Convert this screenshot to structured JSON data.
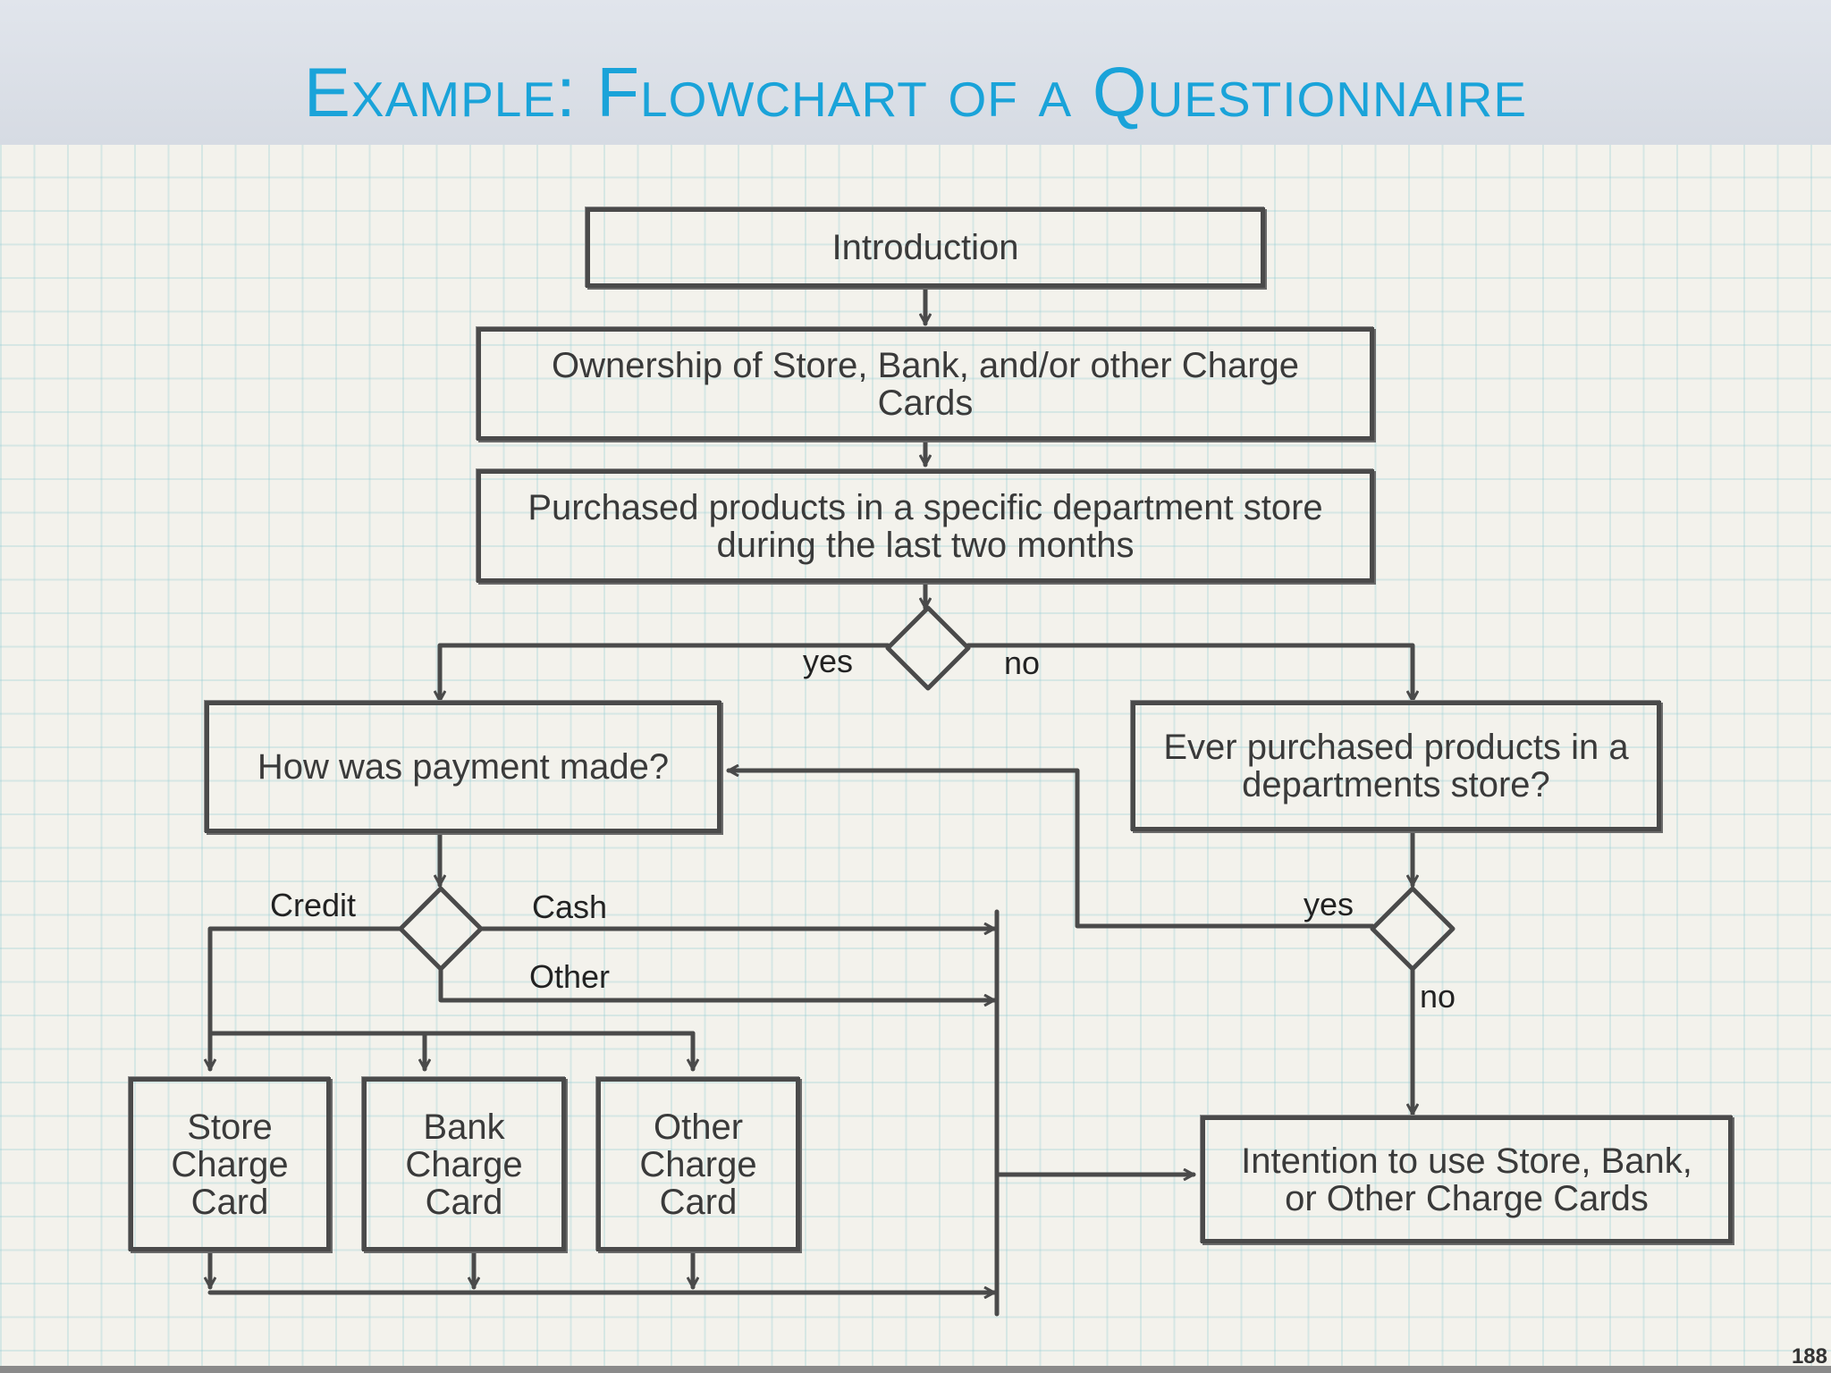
{
  "slide": {
    "title": "Example: Flowchart of a Questionnaire",
    "page_number": "188"
  },
  "flowchart": {
    "nodes": {
      "introduction": "Introduction",
      "ownership": "Ownership of Store, Bank, and/or other Charge Cards",
      "purchased": "Purchased products in a specific department store during the last two months",
      "payment": "How was payment made?",
      "ever_purchased": "Ever purchased products in a departments store?",
      "store_card": "Store Charge Card",
      "bank_card": "Bank Charge Card",
      "other_card": "Other Charge Card",
      "intention": "Intention to use Store, Bank, or Other Charge Cards"
    },
    "edge_labels": {
      "yes_left": "yes",
      "no_right": "no",
      "credit": "Credit",
      "cash": "Cash",
      "other": "Other",
      "yes_right": "yes",
      "no_bottom": "no"
    }
  },
  "colors": {
    "title": "#1aa3d9",
    "ink": "#4a4a4a",
    "grid": "#8cc8d2"
  }
}
